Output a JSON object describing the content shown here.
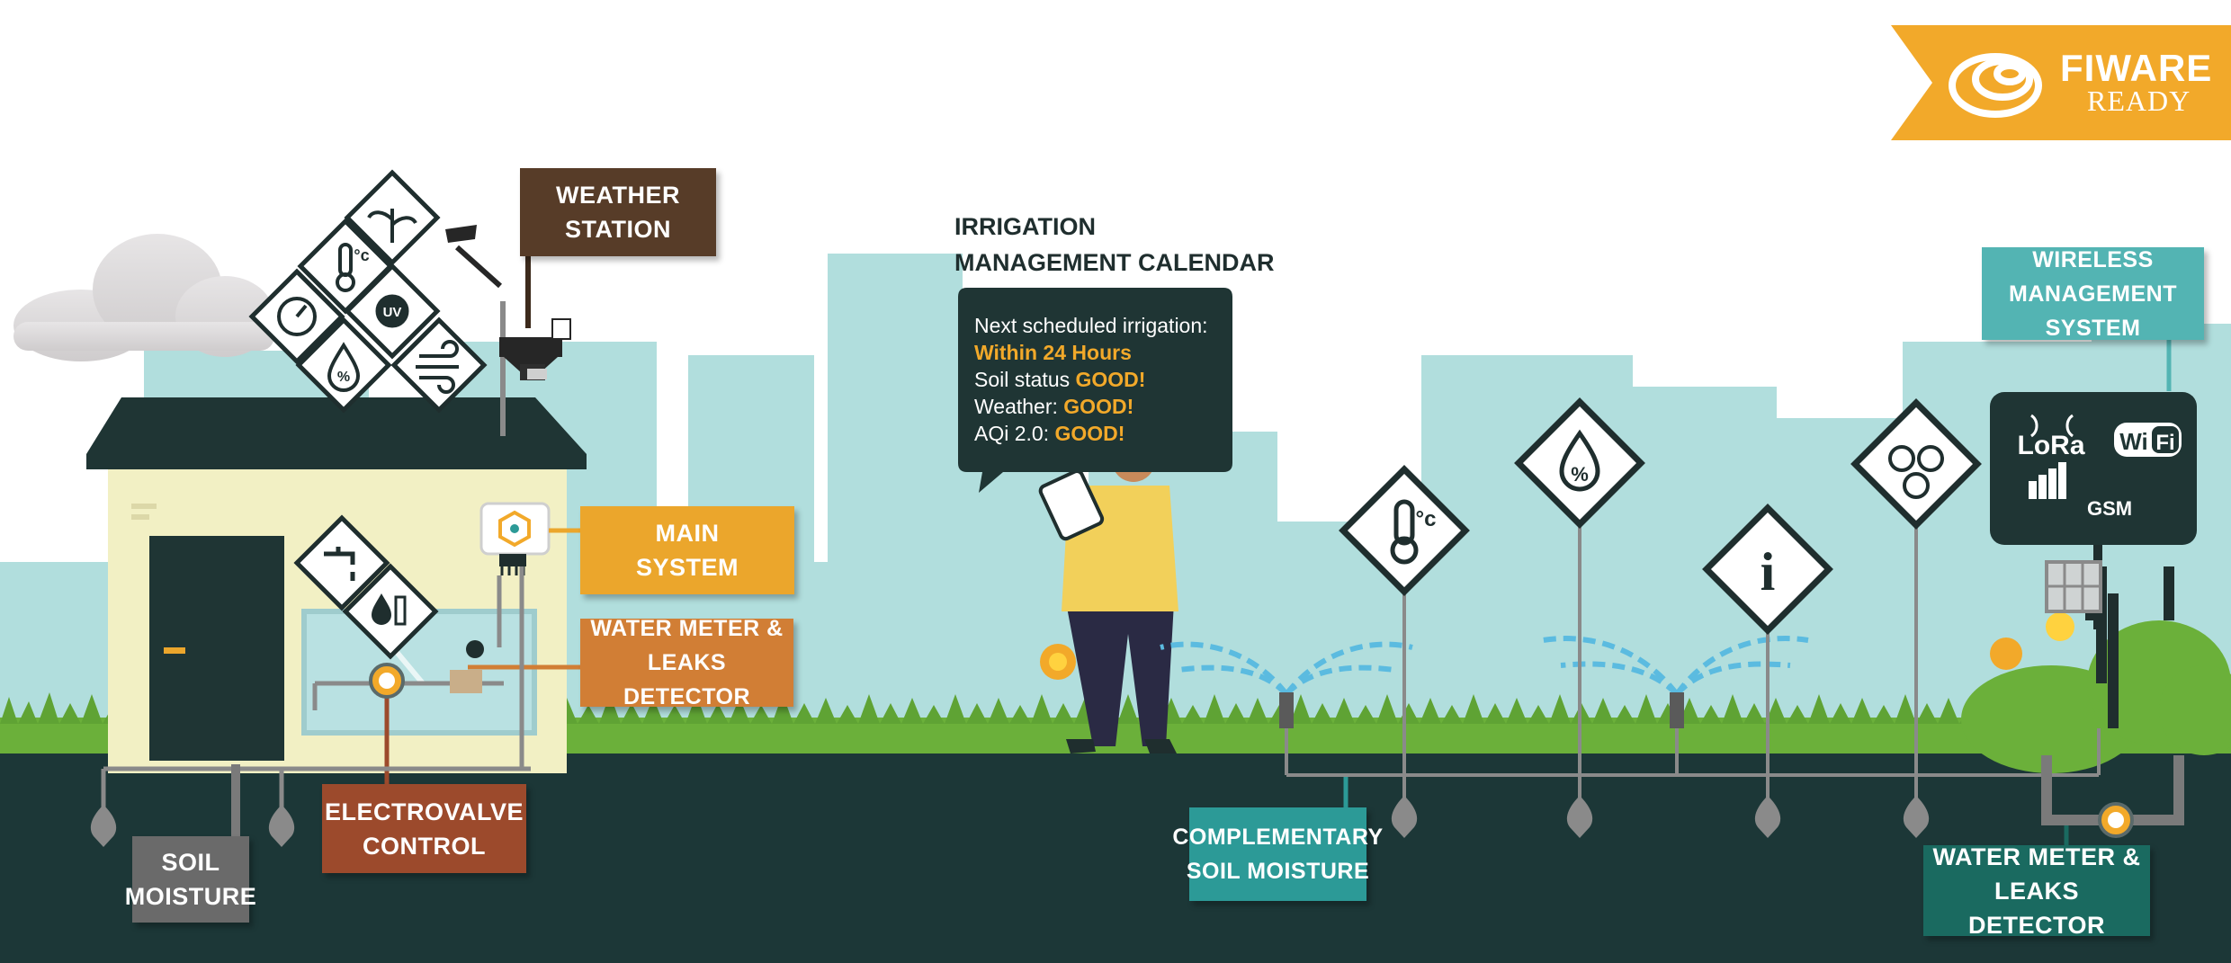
{
  "brand": {
    "line1": "FIWARE",
    "line2": "READY",
    "color": "#f2a92a"
  },
  "labels": {
    "weather_station": [
      "WEATHER",
      "STATION"
    ],
    "main_system": [
      "MAIN",
      "SYSTEM"
    ],
    "water_meter_house": [
      "WATER METER & LEAKS",
      "DETECTOR"
    ],
    "electrovalve": [
      "ELECTROVALVE",
      "CONTROL"
    ],
    "soil_moisture": [
      "SOIL",
      "MOISTURE"
    ],
    "complementary": [
      "COMPLEMENTARY",
      "SOIL MOISTURE"
    ],
    "water_meter_field": [
      "WATER METER &",
      "LEAKS DETECTOR"
    ],
    "wireless": [
      "WIRELESS",
      "MANAGEMENT SYSTEM"
    ]
  },
  "calendar": {
    "title": [
      "IRRIGATION",
      "MANAGEMENT CALENDAR"
    ],
    "line1": "Next scheduled irrigation:",
    "line2": "Within 24 Hours",
    "line3_label": "Soil status ",
    "line3_value": "GOOD!",
    "line4_label": "Weather: ",
    "line4_value": "GOOD!",
    "line5_label": "AQi 2.0: ",
    "line5_value": "GOOD!"
  },
  "device": {
    "lora": "LoRa",
    "wifi_a": "Wi",
    "wifi_b": "Fi",
    "gsm": "GSM"
  },
  "icons": {
    "roof": [
      "sprout-icon",
      "thermometer-celsius-icon",
      "gauge-icon",
      "uv-sun-icon",
      "humidity-drop-icon",
      "wind-icon"
    ],
    "house": [
      "faucet-icon",
      "water-level-icon"
    ],
    "field": [
      "thermometer-celsius-icon",
      "humidity-drop-icon",
      "info-icon",
      "air-quality-faces-icon"
    ],
    "uv_text": "UV",
    "celsius_text": "°c",
    "percent_text": "%",
    "info_text": "i"
  },
  "colors": {
    "dark": "#1f2e2e",
    "sky": "#b1dedd",
    "grass": "#6bb03a",
    "ground": "#1c3737",
    "brown": "#573c28",
    "orange": "#eba62c",
    "orange_dark": "#d17e35",
    "rust": "#9c4a2c",
    "gray": "#6a6a6a",
    "teal": "#2c9a97",
    "teal_dark": "#1a6a60",
    "teal_light": "#53b4b3",
    "house_wall": "#f2f0c4"
  }
}
